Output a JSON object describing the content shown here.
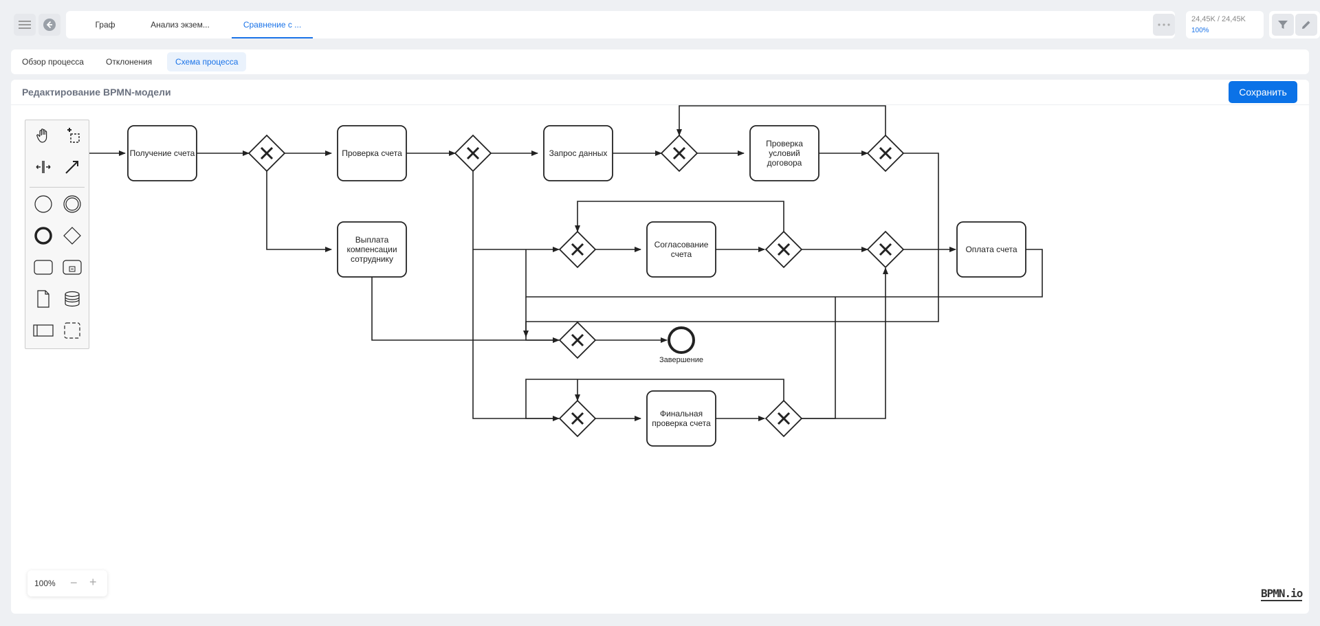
{
  "topbar": {
    "tabs": [
      {
        "label": "Граф"
      },
      {
        "label": "Анализ экзем..."
      },
      {
        "label": "Сравнение с ..."
      }
    ],
    "more_icon": "ellipsis-icon",
    "counter": {
      "value": "24,45K / 24,45K",
      "percent": "100%"
    }
  },
  "subtabs": [
    {
      "label": "Обзор процесса"
    },
    {
      "label": "Отклонения"
    },
    {
      "label": "Схема процесса"
    }
  ],
  "editor": {
    "title": "Редактирование BPMN-модели",
    "save_label": "Сохранить",
    "zoom": "100%",
    "zoom_minus": "−",
    "zoom_plus": "+",
    "brand": "BPMN.io"
  },
  "diagram": {
    "tasks": {
      "t1": "Получение счета",
      "t2": "Проверка счета",
      "t3": "Запрос данных",
      "t4": "Проверка условий договора",
      "t5": "Выплата компенсации сотруднику",
      "t6": "Согласование счета",
      "t7": "Оплата счета",
      "t8": "Финальная проверка счета"
    },
    "end_label": "Завершение"
  }
}
